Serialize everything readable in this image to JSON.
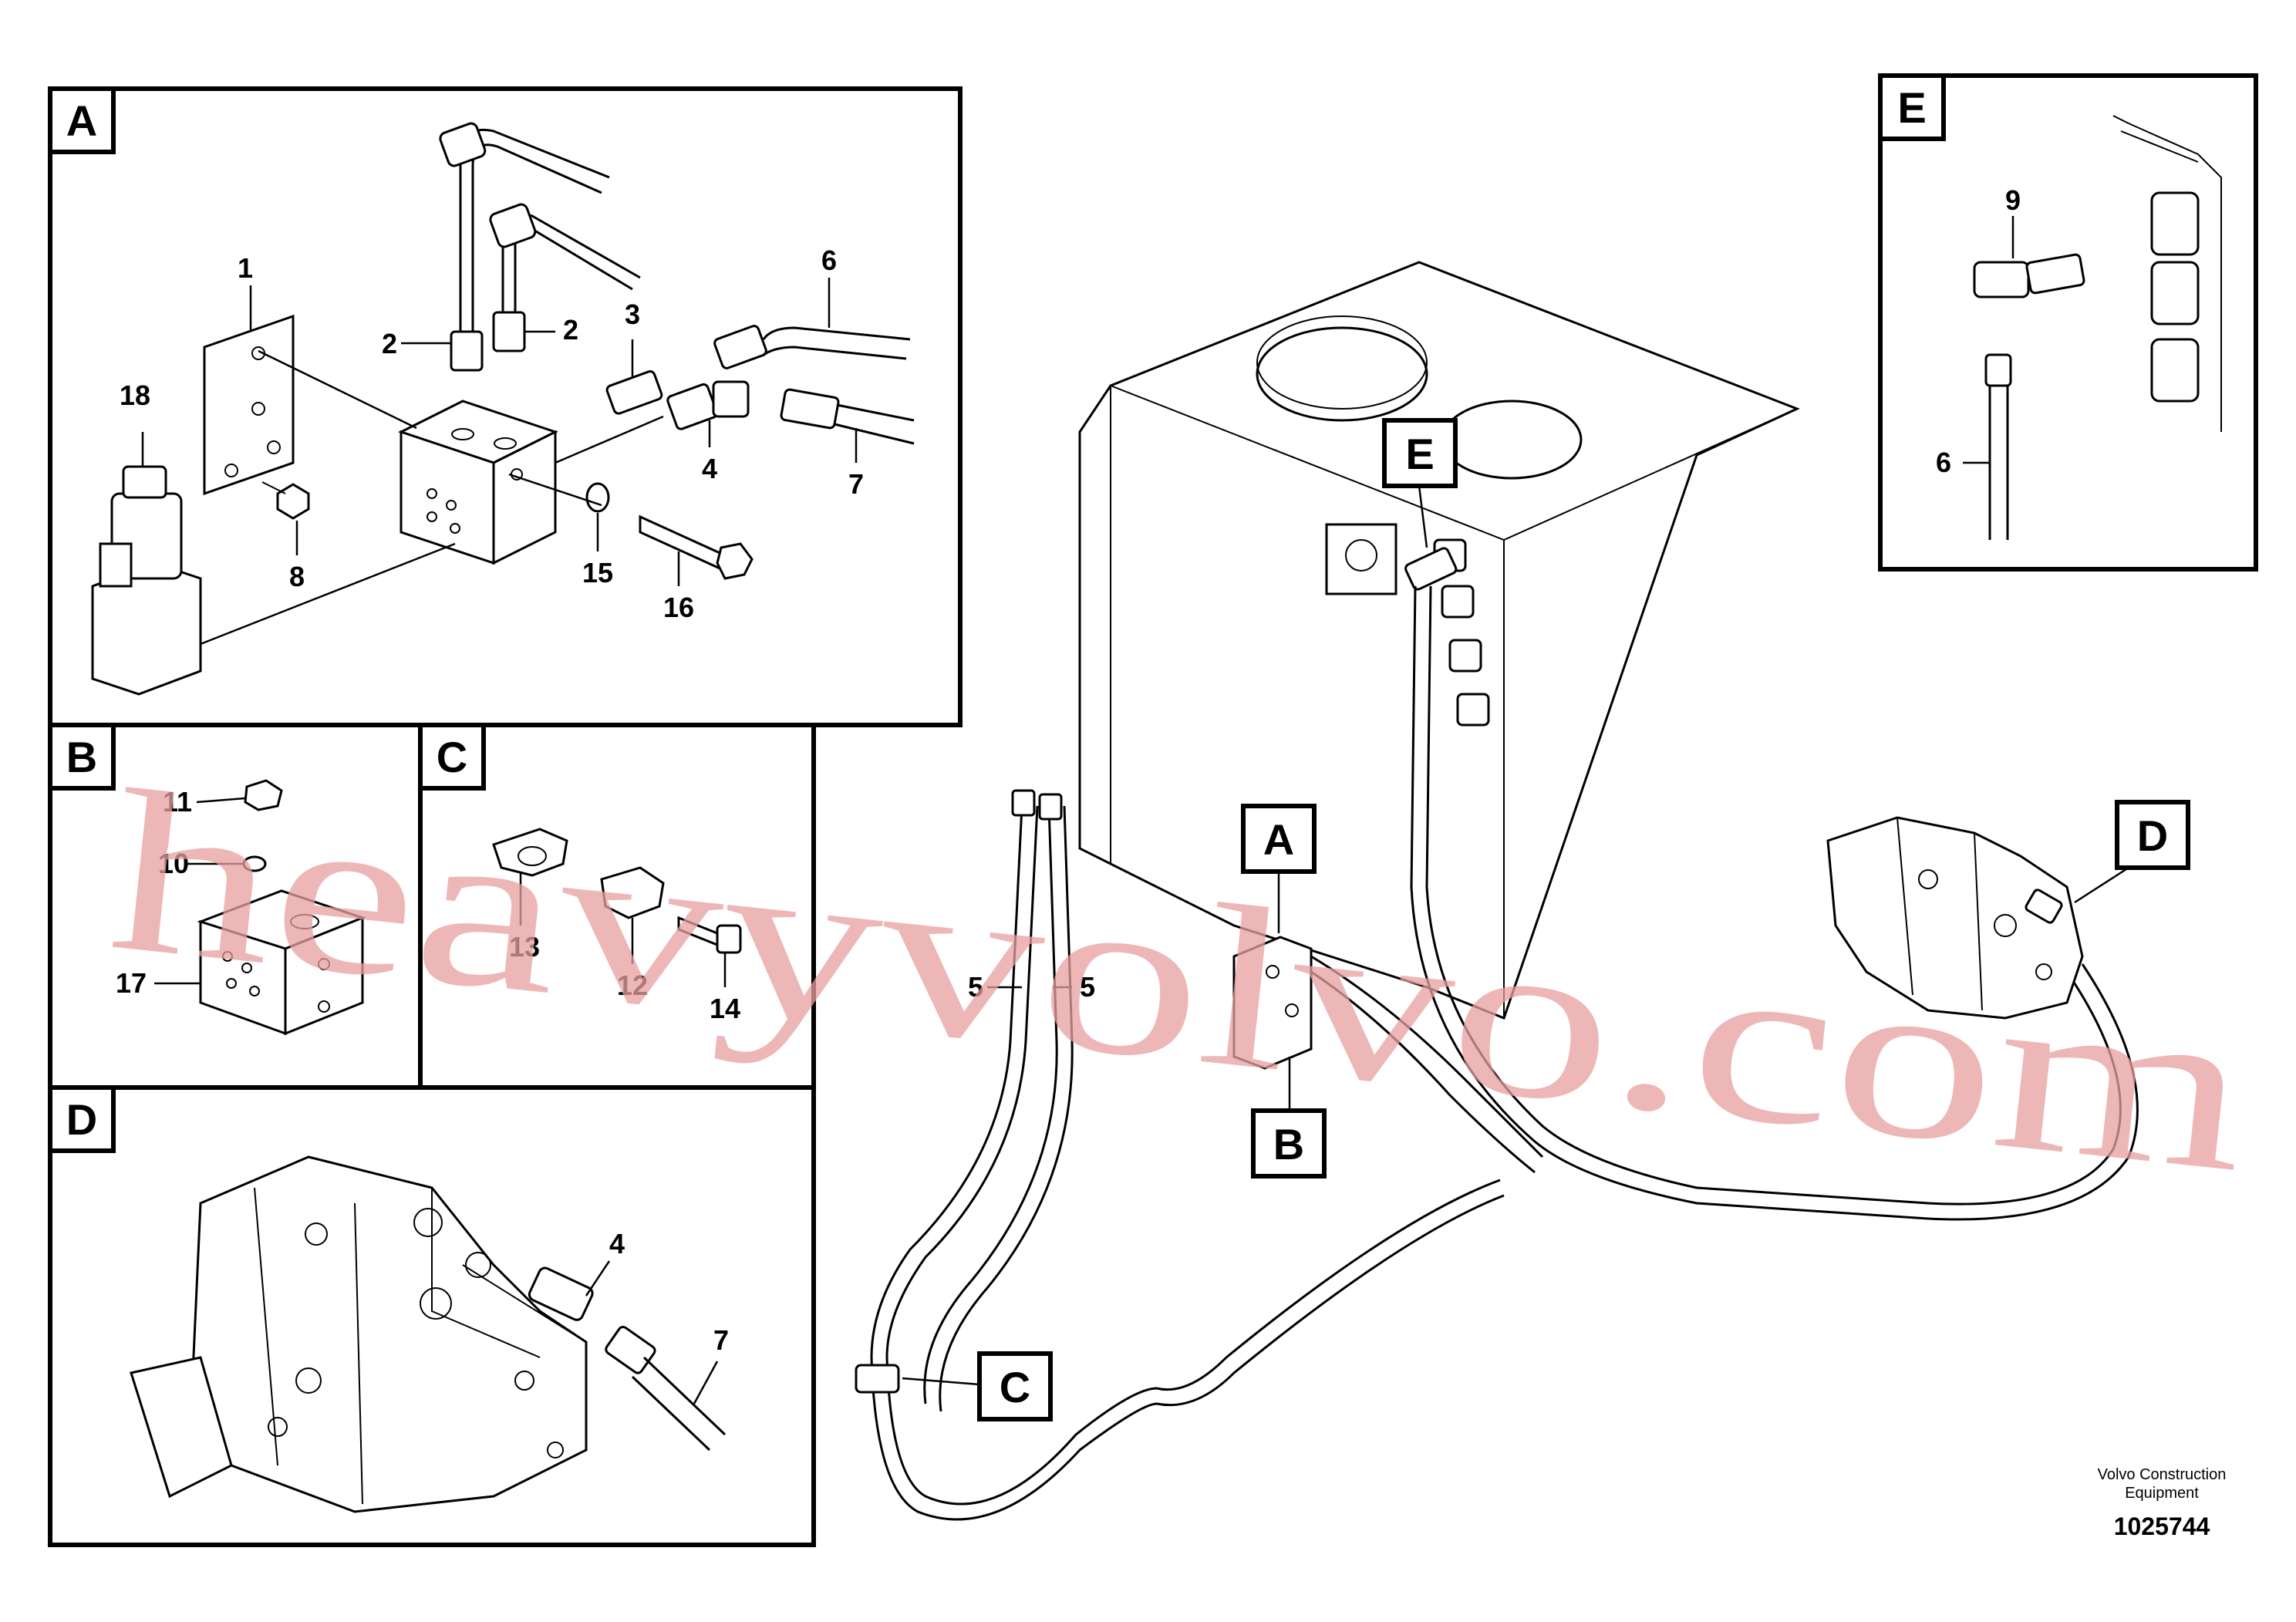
{
  "panels": {
    "A": {
      "letter": "A"
    },
    "B": {
      "letter": "B"
    },
    "C": {
      "letter": "C"
    },
    "D": {
      "letter": "D"
    },
    "E": {
      "letter": "E"
    }
  },
  "callouts": {
    "A": "A",
    "B": "B",
    "C": "C",
    "D": "D",
    "E": "E"
  },
  "part_numbers": {
    "p1": "1",
    "p2a": "2",
    "p2b": "2",
    "p3": "3",
    "p4": "4",
    "p6": "6",
    "p7": "7",
    "p8": "8",
    "p15": "15",
    "p16": "16",
    "p18": "18",
    "b11": "11",
    "b10": "10",
    "b17": "17",
    "c13": "13",
    "c12": "12",
    "c14": "14",
    "d4": "4",
    "d7": "7",
    "e9": "9",
    "e6": "6",
    "m5a": "5",
    "m5b": "5"
  },
  "footer": {
    "credit_line1": "Volvo Construction",
    "credit_line2": "Equipment",
    "doc_number": "1025744"
  },
  "watermark": "heavyvolvo.com"
}
